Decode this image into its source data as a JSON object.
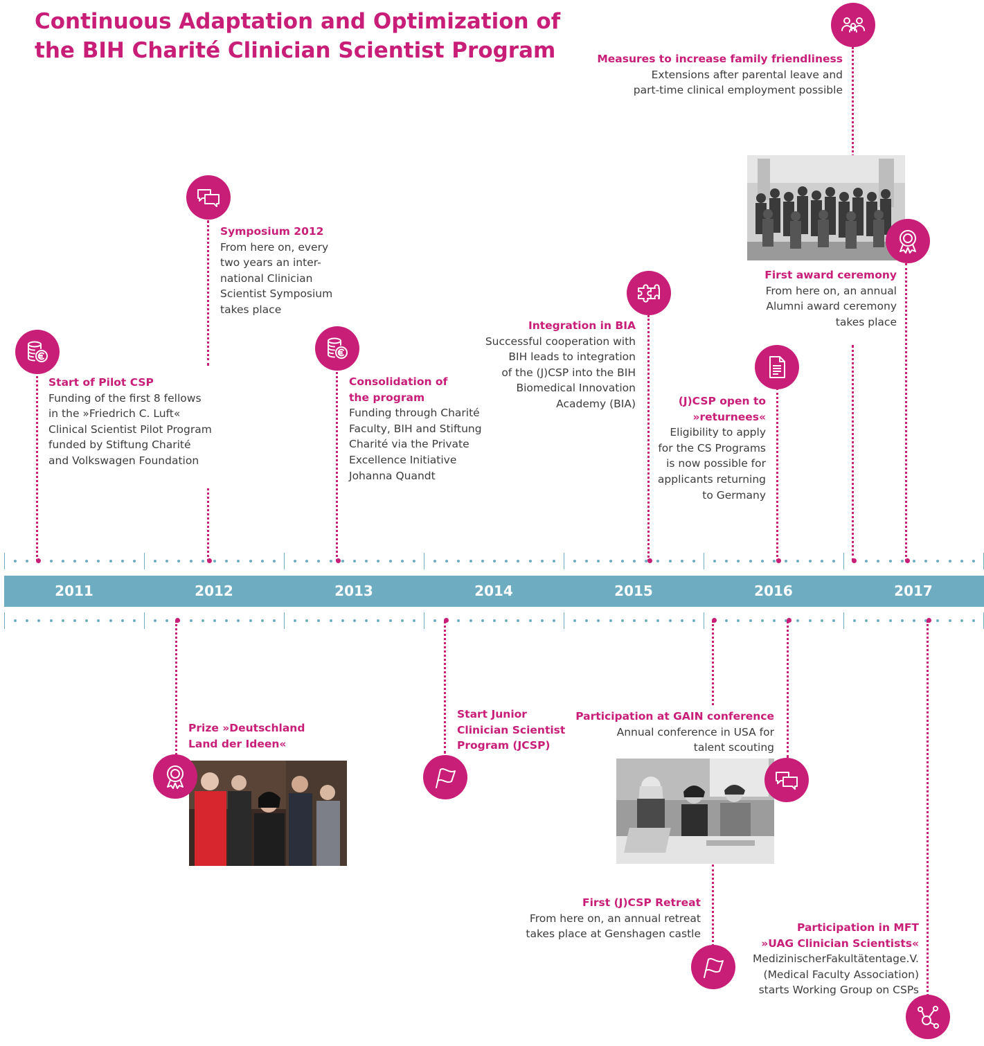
{
  "title": {
    "line1": "Continuous Adaptation and Optimization of",
    "line2": "the BIH Charité Clinician Scientist Program"
  },
  "years": [
    "2011",
    "2012",
    "2013",
    "2014",
    "2015",
    "2016",
    "2017"
  ],
  "events": {
    "pilot": {
      "heading": [
        "Start of Pilot CSP"
      ],
      "desc": [
        "Funding of the first 8 fellows",
        "in the »Friedrich C. Luft«",
        "Clinical Scientist Pilot Program",
        "funded by Stiftung Charité",
        "and Volkswagen Foundation"
      ],
      "icon": "coins-euro-icon"
    },
    "symposium": {
      "heading": [
        "Symposium 2012"
      ],
      "desc": [
        "From here on, every",
        "two years an inter-",
        "national Clinician",
        "Scientist Symposium",
        "takes place"
      ],
      "icon": "chat-bubbles-icon"
    },
    "consolidation": {
      "heading": [
        "Consolidation of",
        "the program"
      ],
      "desc": [
        "Funding through Charité",
        "Faculty, BIH and Stiftung",
        "Charité via the Private",
        "Excellence Initiative",
        "Johanna Quandt"
      ],
      "icon": "coins-euro-icon"
    },
    "bia": {
      "heading": [
        "Integration in BIA"
      ],
      "desc": [
        "Successful cooperation with",
        "BIH leads to integration",
        "of the (J)CSP into the BIH",
        "Biomedical Innovation",
        "Academy (BIA)"
      ],
      "icon": "puzzle-icon"
    },
    "returnees": {
      "heading": [
        "(J)CSP open  to",
        "»returnees«"
      ],
      "desc": [
        "Eligibility to apply",
        "for the CS Programs",
        "is now possible for",
        "applicants returning",
        "to Germany"
      ],
      "icon": "document-icon"
    },
    "family": {
      "heading": [
        "Measures to increase family friendliness"
      ],
      "desc": [
        "Extensions after parental leave and",
        "part-time clinical employment possible"
      ],
      "icon": "people-icon"
    },
    "award": {
      "heading": [
        "First award ceremony"
      ],
      "desc": [
        "From here on, an annual",
        "Alumni award ceremony",
        "takes place"
      ],
      "icon": "award-ribbon-icon"
    },
    "prize": {
      "heading": [
        "Prize »Deutschland",
        "Land der Ideen«"
      ],
      "desc": [],
      "icon": "award-ribbon-icon"
    },
    "jcsp": {
      "heading": [
        "Start Junior",
        "Clinician Scientist",
        "Program (JCSP)"
      ],
      "desc": [],
      "icon": "flag-icon"
    },
    "gain": {
      "heading": [
        "Participation at GAIN conference"
      ],
      "desc": [
        "Annual conference in USA for",
        "talent scouting"
      ],
      "icon": "chat-bubbles-icon"
    },
    "retreat": {
      "heading": [
        "First (J)CSP Retreat"
      ],
      "desc": [
        "From here on, an annual retreat",
        "takes place at Genshagen castle"
      ],
      "icon": "flag-icon"
    },
    "mft": {
      "heading": [
        "Participation in MFT",
        "»UAG Clinician Scientists«"
      ],
      "desc": [
        "MedizinischerFakultätentage.V.",
        "(Medical Faculty Association)",
        "starts Working Group on CSPs"
      ],
      "icon": "network-icon"
    }
  },
  "colors": {
    "accent": "#c81e78",
    "timeline": "#6eadc1",
    "text": "#3c3c3c"
  }
}
